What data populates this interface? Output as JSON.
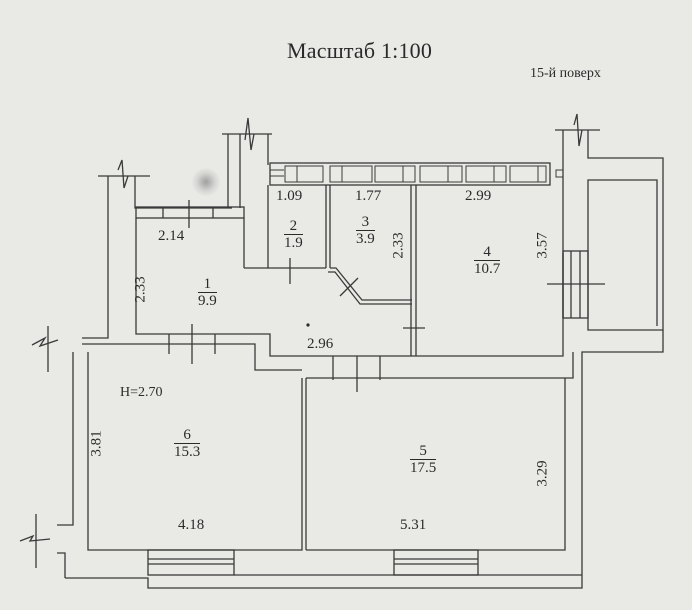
{
  "header": {
    "title": "Масштаб 1:100",
    "floor": "15-й поверх"
  },
  "ceiling_height": "H=2.70",
  "rooms": [
    {
      "number": "1",
      "area": "9.9"
    },
    {
      "number": "2",
      "area": "1.9"
    },
    {
      "number": "3",
      "area": "3.9"
    },
    {
      "number": "4",
      "area": "10.7"
    },
    {
      "number": "5",
      "area": "17.5"
    },
    {
      "number": "6",
      "area": "15.3"
    }
  ],
  "dimensions": {
    "room1_width": "2.14",
    "room1_height": "2.33",
    "room2_width": "1.09",
    "room3_width": "1.77",
    "room3_height": "2.33",
    "hall_width": "2.96",
    "room4_width": "2.99",
    "room4_height": "3.57",
    "room5_width": "5.31",
    "room5_height": "3.29",
    "room6_width": "4.18",
    "room6_height": "3.81"
  },
  "colors": {
    "paper": "#e9e9e6",
    "line": "#3a3a3a"
  }
}
